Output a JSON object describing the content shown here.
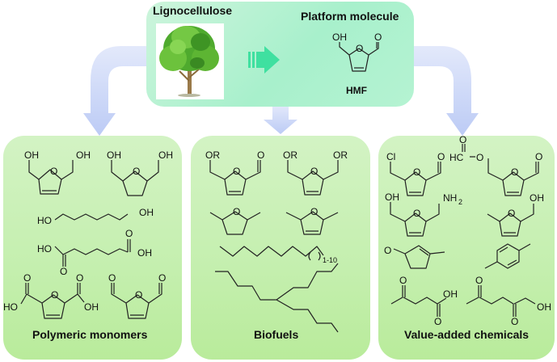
{
  "top": {
    "lignocellulose_label": "Lignocellulose",
    "platform_label": "Platform molecule",
    "hmf_label": "HMF",
    "hmf_atoms": {
      "oh": "OH",
      "o_ring": "O",
      "o_ald": "O"
    }
  },
  "panels": [
    {
      "title": "Polymeric monomers",
      "atoms": {
        "oh": "OH",
        "ho": "HO",
        "o": "O"
      }
    },
    {
      "title": "Biofuels",
      "atoms": {
        "or": "OR",
        "o": "O",
        "subscript": "1-10"
      }
    },
    {
      "title": "Value-added chemicals",
      "atoms": {
        "cl": "Cl",
        "hc": "HC",
        "o": "O",
        "oh": "OH",
        "nh2": "NH",
        "nh2_sub": "2"
      }
    }
  ],
  "colors": {
    "top_panel": "#b5f3d2",
    "bottom_panels": "#c4efae",
    "flow_arrows": "#c8d4f8",
    "inner_arrow": "#3fe0a0"
  }
}
